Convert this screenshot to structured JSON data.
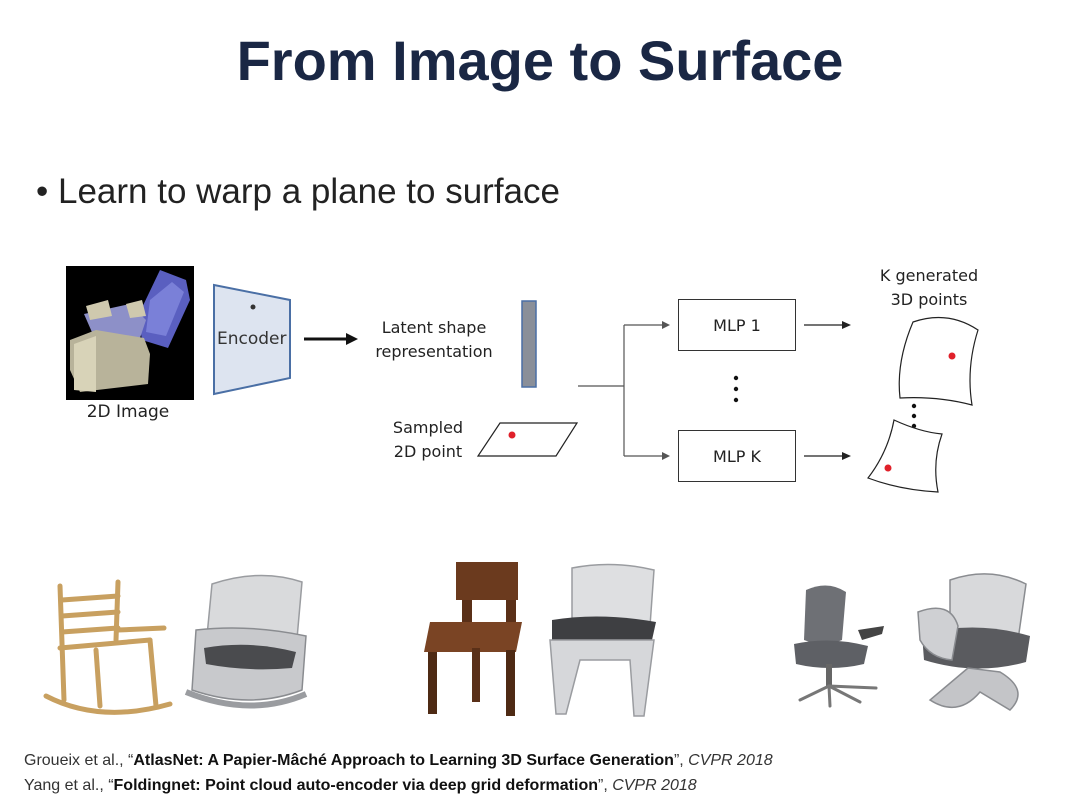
{
  "slide": {
    "title": "From Image to Surface",
    "bullet": "Learn to warp a plane to surface"
  },
  "diagram": {
    "image_label": "2D Image",
    "encoder_label": "Encoder",
    "latent_label": [
      "Latent shape",
      "representation"
    ],
    "sampled_label": [
      "Sampled",
      "2D point"
    ],
    "mlp_first": "MLP 1",
    "mlp_last": "MLP K",
    "output_label": [
      "K generated",
      "3D points"
    ]
  },
  "colors": {
    "title": "#1a2744",
    "encoder_fill": "#dde4f0",
    "encoder_stroke": "#4a6fa5",
    "latent_bar": "#8a8f99",
    "point": "#e0202a"
  },
  "references": [
    {
      "authors": "Groueix et al., “",
      "title": "AtlasNet: A Papier-Mâché Approach to Learning 3D Surface Generation",
      "sep": "”, ",
      "venue": "CVPR 2018"
    },
    {
      "authors": "Yang et al., “",
      "title": "Foldingnet: Point cloud auto-encoder via deep grid deformation",
      "sep": "”, ",
      "venue": "CVPR 2018"
    }
  ]
}
